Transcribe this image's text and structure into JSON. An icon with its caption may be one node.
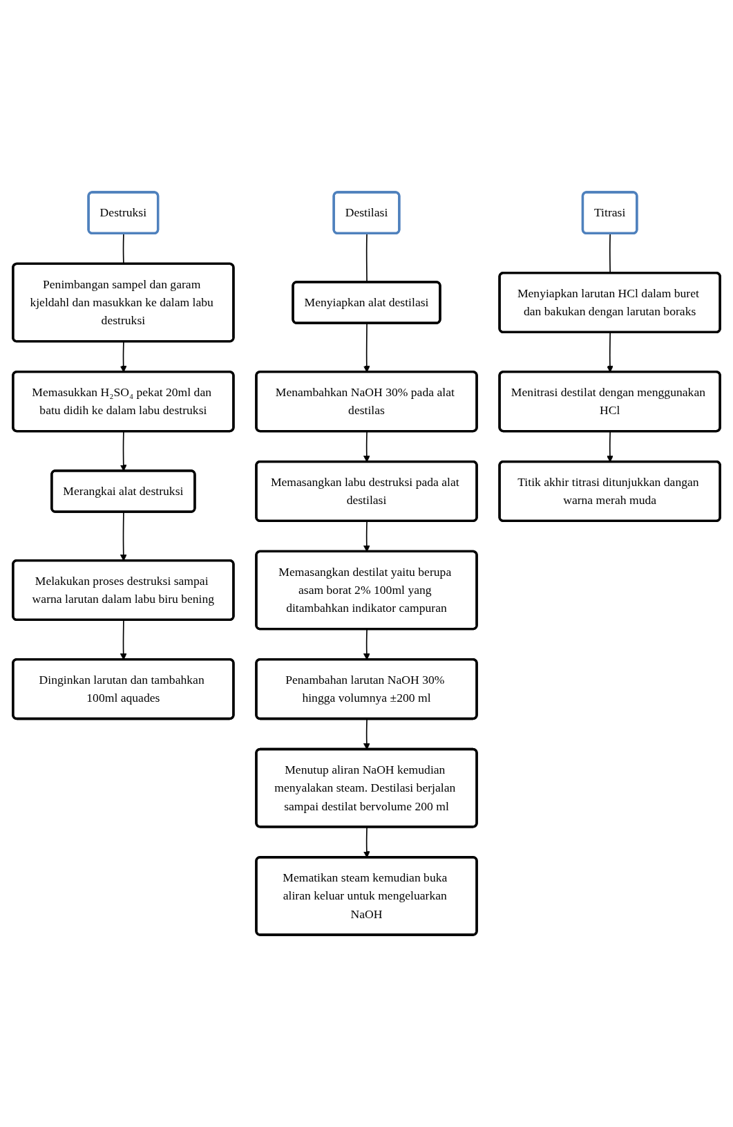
{
  "diagram": {
    "nodes": [
      {
        "text": [
          "Destruksi"
        ]
      },
      {
        "text": [
          "Penimbangan sampel dan garam kjeldahl dan masukkan ke dalam labu destruksi"
        ]
      },
      {
        "text": [
          "Memasukkan H₂SO₄ pekat 20ml dan batu didih ke dalam labu destruksi"
        ]
      },
      {
        "text": [
          "Merangkai alat destruksi"
        ]
      },
      {
        "text": [
          "Melakukan proses destruksi sampai warna larutan dalam labu biru bening"
        ]
      },
      {
        "text": [
          "Dinginkan larutan dan tambahkan 100ml aquades"
        ]
      },
      {
        "text": [
          "Destilasi"
        ]
      },
      {
        "text": [
          "Menyiapkan alat destilasi"
        ]
      },
      {
        "text": [
          "Menambahkan NaOH 30% pada alat destilas"
        ]
      },
      {
        "text": [
          "Memasangkan labu destruksi pada alat destilasi"
        ]
      },
      {
        "text": [
          "Memasangkan destilat yaitu berupa asam borat 2% 100ml yang ditambahkan indikator campuran"
        ]
      },
      {
        "text": [
          "Penambahan larutan NaOH 30% hingga volumnya ±200 ml"
        ]
      },
      {
        "text": [
          "Menutup aliran NaOH kemudian menyalakan steam. Destilasi berjalan sampai destilat bervolume 200 ml"
        ]
      },
      {
        "text": [
          "Mematikan steam kemudian buka aliran keluar untuk mengeluarkan NaOH"
        ]
      },
      {
        "text": [
          "Titrasi"
        ]
      },
      {
        "text": [
          "Menyiapkan larutan HCl dalam buret dan bakukan dengan larutan boraks"
        ]
      },
      {
        "text": [
          "Menitrasi destilat dengan menggunakan HCl"
        ]
      },
      {
        "text": [
          "Titik akhir titrasi ditunjukkan dangan warna merah muda"
        ]
      }
    ],
    "edges": [
      {
        "from": 0,
        "to": 1,
        "arrow": "none"
      },
      {
        "from": 1,
        "to": 2,
        "arrow": "to"
      },
      {
        "from": 2,
        "to": 3,
        "arrow": "to"
      },
      {
        "from": 3,
        "to": 4,
        "arrow": "to"
      },
      {
        "from": 4,
        "to": 5,
        "arrow": "to"
      },
      {
        "from": 6,
        "to": 7,
        "arrow": "none"
      },
      {
        "from": 7,
        "to": 8,
        "arrow": "to"
      },
      {
        "from": 8,
        "to": 9,
        "arrow": "to"
      },
      {
        "from": 9,
        "to": 10,
        "arrow": "to"
      },
      {
        "from": 10,
        "to": 11,
        "arrow": "to"
      },
      {
        "from": 11,
        "to": 12,
        "arrow": "to"
      },
      {
        "from": 12,
        "to": 13,
        "arrow": "to"
      },
      {
        "from": 14,
        "to": 15,
        "arrow": "none"
      },
      {
        "from": 15,
        "to": 16,
        "arrow": "to"
      },
      {
        "from": 16,
        "to": 17,
        "arrow": "to"
      }
    ]
  }
}
